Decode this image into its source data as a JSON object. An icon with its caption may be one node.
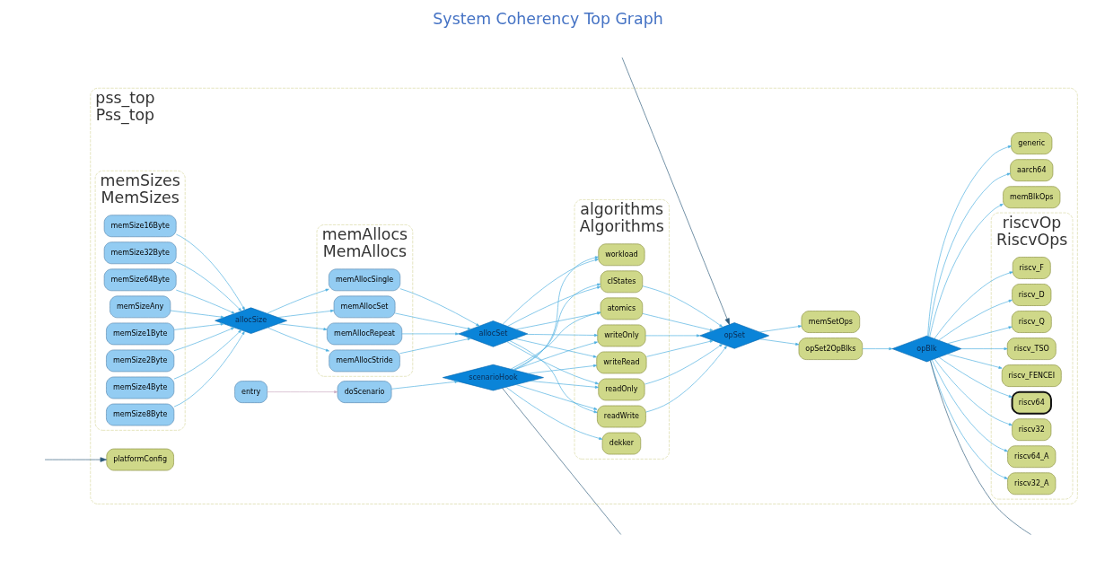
{
  "diagram": {
    "title": "System Coherency Top Graph",
    "nodes": [
      {
        "text": [
          "pss_top",
          "Pss_top"
        ]
      },
      {
        "text": [
          "memSizes",
          "MemSizes"
        ],
        "in": 0
      },
      {
        "text": [
          "memSize64Byte"
        ],
        "in": 1
      },
      {
        "text": [
          "memSizeAny"
        ],
        "in": 1
      },
      {
        "text": [
          "memSize1Byte"
        ],
        "in": 1
      },
      {
        "text": [
          "memSize2Byte"
        ],
        "in": 1
      },
      {
        "text": [
          "memSize4Byte"
        ],
        "in": 1
      },
      {
        "text": [
          "memSize8Byte"
        ],
        "in": 1
      },
      {
        "text": [
          "memSize16Byte"
        ],
        "in": 1
      },
      {
        "text": [
          "memSize32Byte"
        ],
        "in": 1
      },
      {
        "text": [
          "platformConfig"
        ],
        "in": 0
      },
      {
        "text": [
          "allocSize"
        ],
        "in": 0
      },
      {
        "text": [
          "memAllocs",
          "MemAllocs"
        ],
        "in": 0
      },
      {
        "text": [
          "memAllocSingle"
        ],
        "in": 12
      },
      {
        "text": [
          "memAllocSet"
        ],
        "in": 12
      },
      {
        "text": [
          "memAllocRepeat"
        ],
        "in": 12
      },
      {
        "text": [
          "memAllocStride"
        ],
        "in": 12
      },
      {
        "text": [
          "entry"
        ],
        "in": 0
      },
      {
        "text": [
          "doScenario"
        ],
        "in": 0
      },
      {
        "text": [
          "allocSet"
        ],
        "in": 0
      },
      {
        "text": [
          "scenarioHook"
        ],
        "in": 0
      },
      {
        "text": [
          "algorithms",
          "Algorithms"
        ],
        "in": 0
      },
      {
        "text": [
          "writeRead"
        ],
        "in": 21
      },
      {
        "text": [
          "readOnly"
        ],
        "in": 21
      },
      {
        "text": [
          "readWrite"
        ],
        "in": 21
      },
      {
        "text": [
          "clStates"
        ],
        "in": 21
      },
      {
        "text": [
          "atomics"
        ],
        "in": 21
      },
      {
        "text": [
          "workload"
        ],
        "in": 21
      },
      {
        "text": [
          "writeOnly"
        ],
        "in": 21
      },
      {
        "text": [
          "dekker"
        ],
        "in": 21
      },
      {
        "text": [
          "opSet"
        ],
        "in": 0
      },
      {
        "text": [
          "opSet2OpBlks"
        ],
        "in": 0
      },
      {
        "text": [
          "memSetOps"
        ],
        "in": 0
      },
      {
        "text": [
          "opBlk"
        ],
        "in": 0
      },
      {
        "text": [
          "riscvOp",
          "RiscvOps"
        ],
        "in": 0
      },
      {
        "text": [
          "riscv32_A"
        ],
        "in": 34
      },
      {
        "text": [
          "riscv_F"
        ],
        "in": 34
      },
      {
        "text": [
          "riscv_D"
        ],
        "in": 34
      },
      {
        "text": [
          "riscv_Q"
        ],
        "in": 34
      },
      {
        "text": [
          "riscv_TSO"
        ],
        "in": 34
      },
      {
        "text": [
          "riscv_FENCEI"
        ],
        "in": 34
      },
      {
        "text": [
          "riscv64"
        ],
        "in": 34
      },
      {
        "text": [
          "riscv32"
        ],
        "in": 34
      },
      {
        "text": [
          "riscv64_A"
        ],
        "in": 34
      },
      {
        "text": [
          "aarch64"
        ],
        "in": 0
      },
      {
        "text": [
          "generic"
        ],
        "in": 0
      },
      {
        "text": [
          "memBlkOps"
        ],
        "in": 0
      }
    ],
    "edges": [
      {
        "from": 2,
        "to": 11,
        "arrow": "to"
      },
      {
        "from": 3,
        "to": 11,
        "arrow": "to"
      },
      {
        "from": 4,
        "to": 11,
        "arrow": "to"
      },
      {
        "from": 5,
        "to": 11,
        "arrow": "to"
      },
      {
        "from": 6,
        "to": 11,
        "arrow": "to"
      },
      {
        "from": 7,
        "to": 11,
        "arrow": "to"
      },
      {
        "from": 8,
        "to": 11,
        "arrow": "to"
      },
      {
        "from": 9,
        "to": 11,
        "arrow": "to"
      },
      {
        "from": 11,
        "to": 13,
        "arrow": "to"
      },
      {
        "from": 11,
        "to": 14,
        "arrow": "to"
      },
      {
        "from": 11,
        "to": 15,
        "arrow": "to"
      },
      {
        "from": 11,
        "to": 16,
        "arrow": "to"
      },
      {
        "from": 13,
        "to": 19,
        "arrow": "to"
      },
      {
        "from": 14,
        "to": 19,
        "arrow": "to"
      },
      {
        "from": 15,
        "to": 19,
        "arrow": "to"
      },
      {
        "from": 16,
        "to": 19,
        "arrow": "to"
      },
      {
        "from": 17,
        "to": 18,
        "arrow": "to",
        "color": "#c8a8c0"
      },
      {
        "from": 18,
        "to": 20,
        "arrow": "to"
      },
      {
        "from": 19,
        "to": 22,
        "arrow": "to"
      },
      {
        "from": 19,
        "to": 23,
        "arrow": "to"
      },
      {
        "from": 19,
        "to": 24,
        "arrow": "to"
      },
      {
        "from": 19,
        "to": 25,
        "arrow": "to"
      },
      {
        "from": 19,
        "to": 26,
        "arrow": "to"
      },
      {
        "from": 19,
        "to": 27,
        "arrow": "to"
      },
      {
        "from": 19,
        "to": 28,
        "arrow": "to"
      },
      {
        "from": 20,
        "to": 22,
        "arrow": "to"
      },
      {
        "from": 20,
        "to": 23,
        "arrow": "to"
      },
      {
        "from": 20,
        "to": 24,
        "arrow": "to"
      },
      {
        "from": 20,
        "to": 25,
        "arrow": "to"
      },
      {
        "from": 20,
        "to": 26,
        "arrow": "to"
      },
      {
        "from": 20,
        "to": 27,
        "arrow": "to"
      },
      {
        "from": 20,
        "to": 28,
        "arrow": "to"
      },
      {
        "from": 20,
        "to": 29,
        "arrow": "to"
      },
      {
        "from": 22,
        "to": 30,
        "arrow": "to"
      },
      {
        "from": 23,
        "to": 30,
        "arrow": "to"
      },
      {
        "from": 24,
        "to": 30,
        "arrow": "to"
      },
      {
        "from": 25,
        "to": 30,
        "arrow": "to"
      },
      {
        "from": 26,
        "to": 30,
        "arrow": "to"
      },
      {
        "from": 28,
        "to": 30,
        "arrow": "to"
      },
      {
        "from": 30,
        "to": 31,
        "arrow": "to"
      },
      {
        "from": 30,
        "to": 32,
        "arrow": "to"
      },
      {
        "from": 31,
        "to": 33,
        "arrow": "to"
      },
      {
        "from": 33,
        "to": 35,
        "arrow": "to"
      },
      {
        "from": 33,
        "to": 36,
        "arrow": "to"
      },
      {
        "from": 33,
        "to": 37,
        "arrow": "to"
      },
      {
        "from": 33,
        "to": 38,
        "arrow": "to"
      },
      {
        "from": 33,
        "to": 39,
        "arrow": "to"
      },
      {
        "from": 33,
        "to": 40,
        "arrow": "to"
      },
      {
        "from": 33,
        "to": 41,
        "arrow": "to"
      },
      {
        "from": 33,
        "to": 42,
        "arrow": "to"
      },
      {
        "from": 33,
        "to": 43,
        "arrow": "to"
      },
      {
        "from": 33,
        "to": 44,
        "arrow": "to"
      },
      {
        "from": 33,
        "to": 45,
        "arrow": "to"
      },
      {
        "from": 33,
        "to": 46,
        "arrow": "to"
      },
      {
        "from": null,
        "to": 10,
        "arrow": "to",
        "color": "#2e5a7a"
      },
      {
        "from": 20,
        "to": null,
        "arrow": "none",
        "color": "#2e5a7a"
      },
      {
        "from": null,
        "to": 30,
        "arrow": "to",
        "color": "#2e5a7a"
      },
      {
        "from": 33,
        "to": null,
        "arrow": "none",
        "color": "#2e5a7a"
      }
    ]
  }
}
